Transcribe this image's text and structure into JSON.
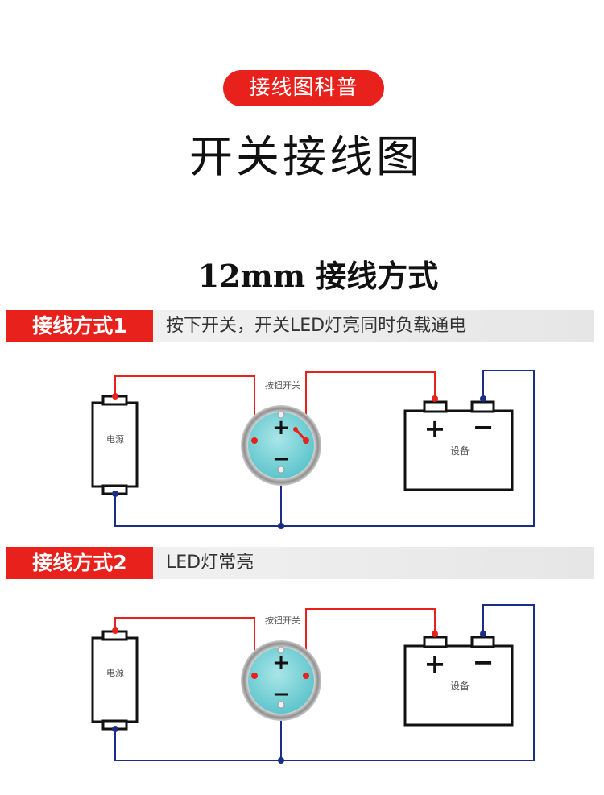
{
  "header": {
    "badge": "接线图科普",
    "title": "开关接线图"
  },
  "subtitle": "12mm 接线方式",
  "methods": [
    {
      "tag": "接线方式1",
      "description": "按下开关，开关LED灯亮同时负载通电",
      "switch_label": "按钮开关",
      "power_label": "电源",
      "device_label": "设备",
      "plus": "+",
      "minus": "−"
    },
    {
      "tag": "接线方式2",
      "description": "LED灯常亮",
      "switch_label": "按钮开关",
      "power_label": "电源",
      "device_label": "设备",
      "plus": "+",
      "minus": "−"
    }
  ],
  "colors": {
    "accent": "#e8211d",
    "wire_red": "#e8211d",
    "wire_blue": "#1a2e86",
    "switch_face": "#7fd3d8"
  }
}
